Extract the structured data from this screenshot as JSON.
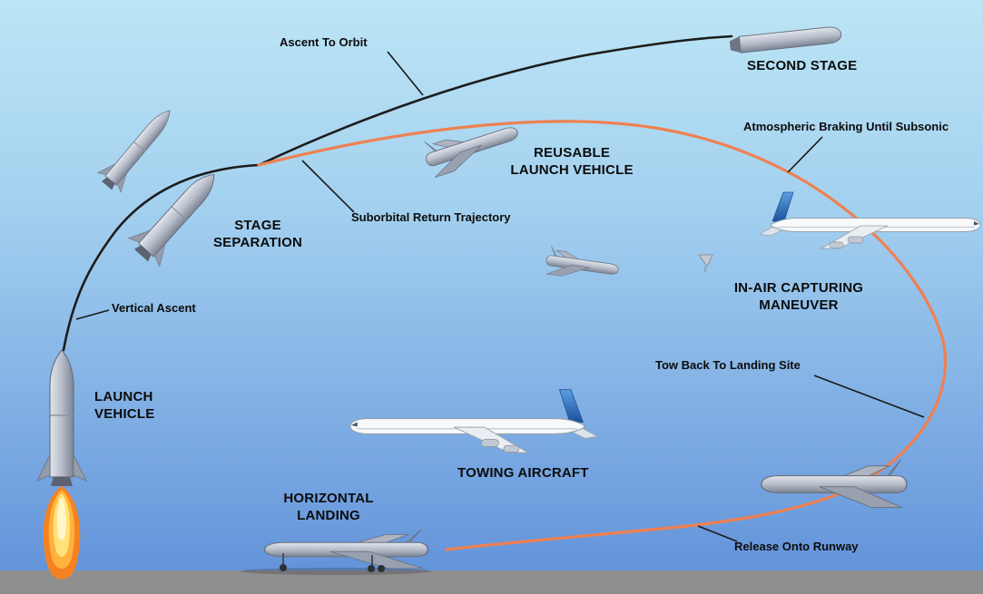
{
  "diagram": {
    "labels": {
      "ascent_to_orbit": "Ascent To Orbit",
      "second_stage": "SECOND STAGE",
      "atmospheric_braking": "Atmospheric Braking Until Subsonic",
      "reusable_launch_vehicle": "REUSABLE\nLAUNCH VEHICLE",
      "stage_separation": "STAGE\nSEPARATION",
      "suborbital_return_trajectory": "Suborbital Return Trajectory",
      "in_air_capturing_maneuver": "IN-AIR CAPTURING\nMANEUVER",
      "vertical_ascent": "Vertical Ascent",
      "launch_vehicle": "LAUNCH\nVEHICLE",
      "tow_back_to_landing_site": "Tow Back To Landing Site",
      "towing_aircraft": "TOWING AIRCRAFT",
      "horizontal_landing": "HORIZONTAL\nLANDING",
      "release_onto_runway": "Release Onto Runway"
    },
    "colors": {
      "ascent_trajectory": "#1c1c1c",
      "return_trajectory": "#ef8051",
      "sky_top": "#bce5f5",
      "sky_bottom": "#5f90d8",
      "ground": "#8f8f8f",
      "flame_outer": "#f58220",
      "flame_core": "#fff7c9",
      "aircraft_tail_blue": "#2a62b4",
      "vehicle_gray": "#b7bdc9"
    }
  }
}
